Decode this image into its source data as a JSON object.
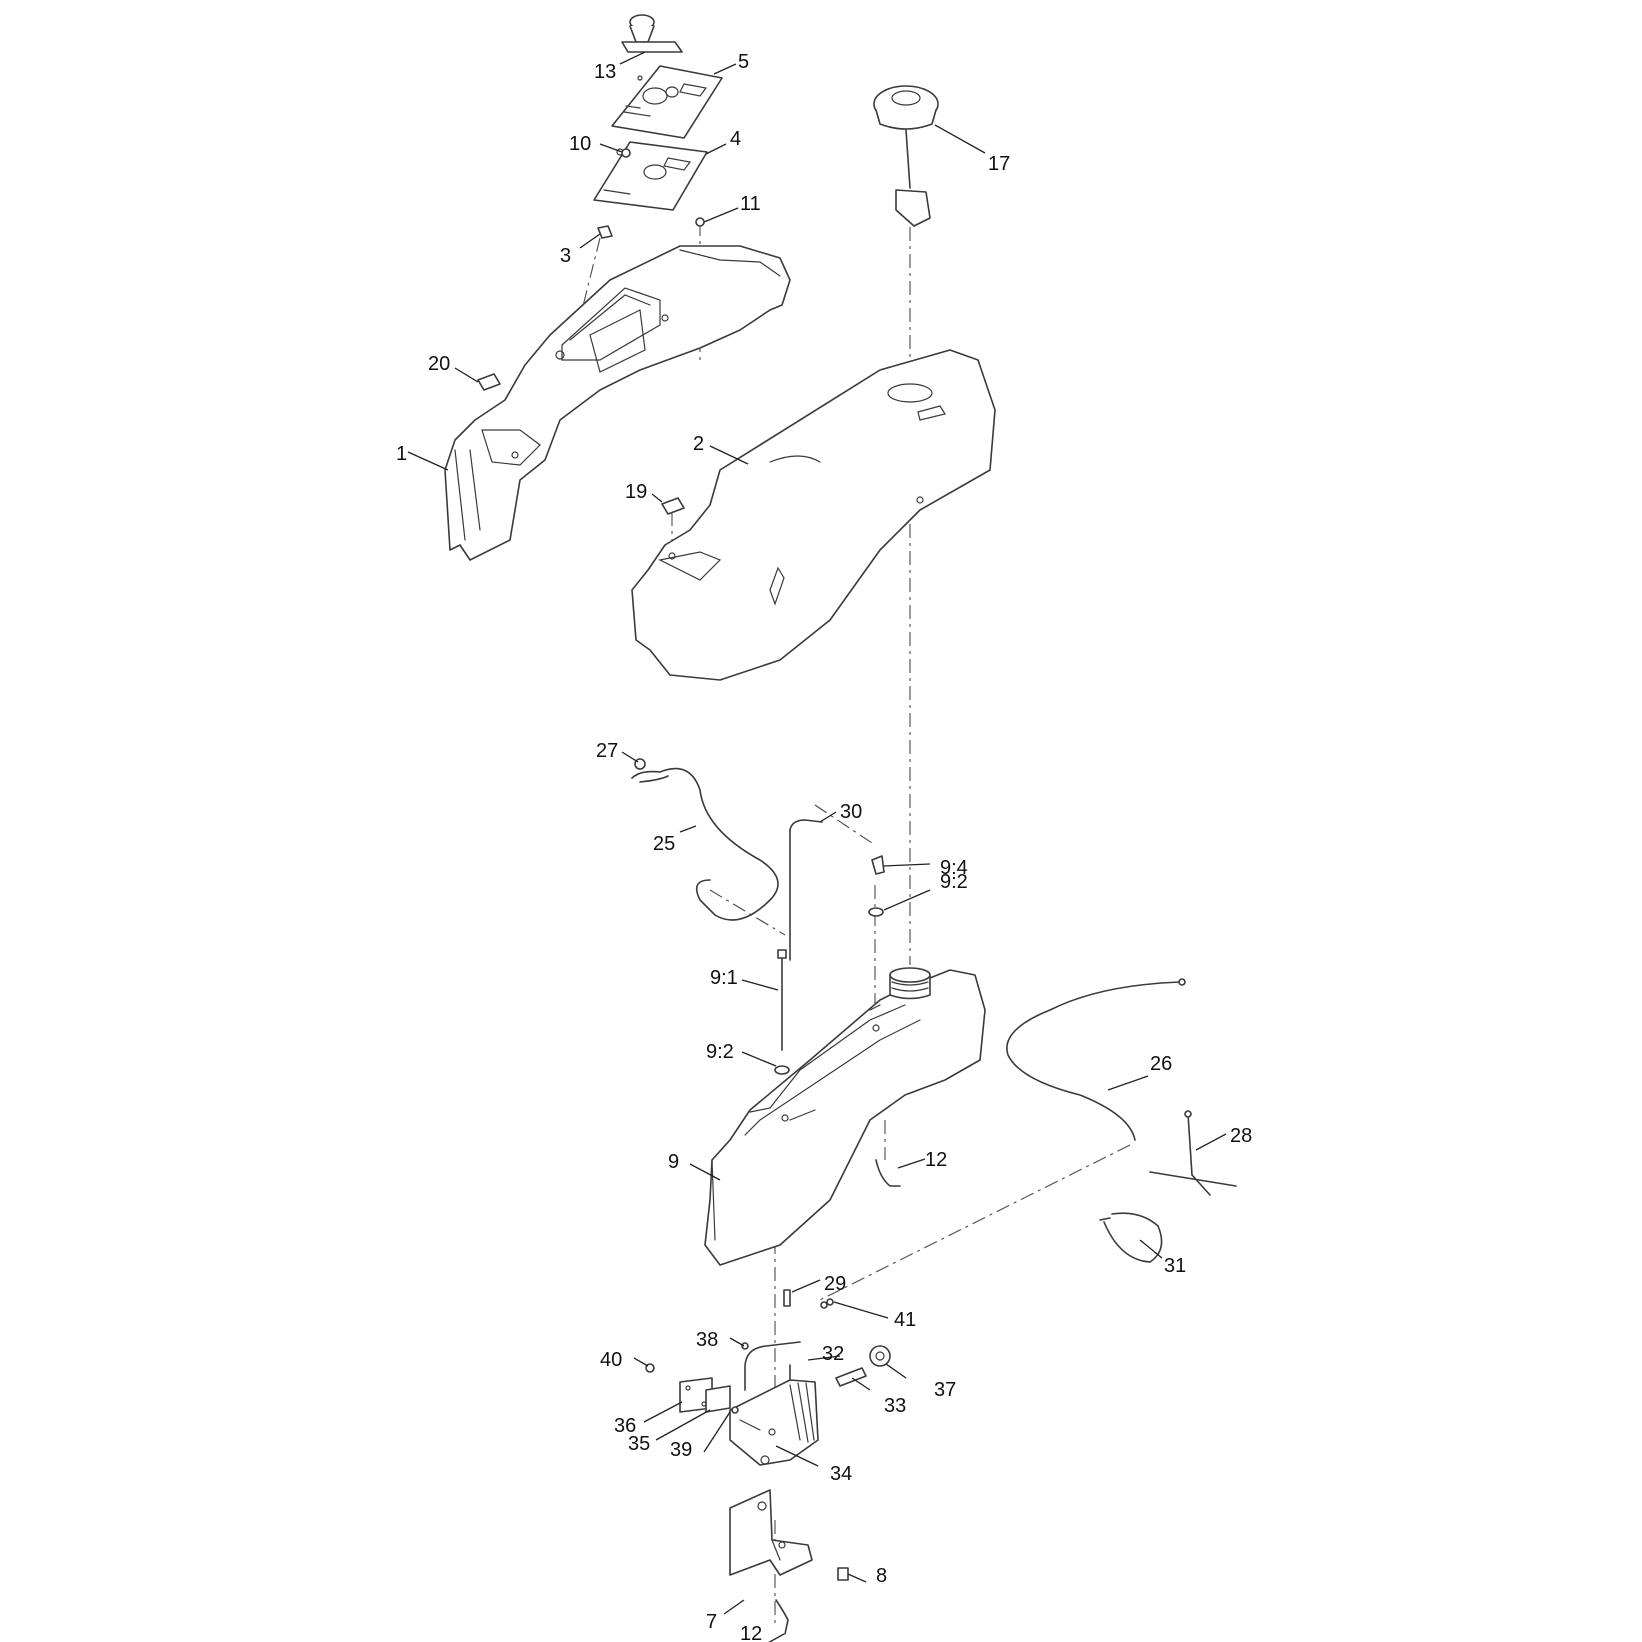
{
  "callouts": [
    {
      "id": "c13",
      "text": "13"
    },
    {
      "id": "c5",
      "text": "5"
    },
    {
      "id": "c10",
      "text": "10"
    },
    {
      "id": "c4",
      "text": "4"
    },
    {
      "id": "c11",
      "text": "11"
    },
    {
      "id": "c3",
      "text": "3"
    },
    {
      "id": "c17",
      "text": "17"
    },
    {
      "id": "c20",
      "text": "20"
    },
    {
      "id": "c1",
      "text": "1"
    },
    {
      "id": "c2",
      "text": "2"
    },
    {
      "id": "c19",
      "text": "19"
    },
    {
      "id": "c27",
      "text": "27"
    },
    {
      "id": "c30",
      "text": "30"
    },
    {
      "id": "c25",
      "text": "25"
    },
    {
      "id": "c94",
      "text": "9:4"
    },
    {
      "id": "c92a",
      "text": "9:2"
    },
    {
      "id": "c91",
      "text": "9:1"
    },
    {
      "id": "c92b",
      "text": "9:2"
    },
    {
      "id": "c26",
      "text": "26"
    },
    {
      "id": "c28",
      "text": "28"
    },
    {
      "id": "c12a",
      "text": "12"
    },
    {
      "id": "c9",
      "text": "9"
    },
    {
      "id": "c31",
      "text": "31"
    },
    {
      "id": "c29",
      "text": "29"
    },
    {
      "id": "c41",
      "text": "41"
    },
    {
      "id": "c38",
      "text": "38"
    },
    {
      "id": "c40",
      "text": "40"
    },
    {
      "id": "c32",
      "text": "32"
    },
    {
      "id": "c37",
      "text": "37"
    },
    {
      "id": "c33",
      "text": "33"
    },
    {
      "id": "c36",
      "text": "36"
    },
    {
      "id": "c35",
      "text": "35"
    },
    {
      "id": "c39",
      "text": "39"
    },
    {
      "id": "c34",
      "text": "34"
    },
    {
      "id": "c8",
      "text": "8"
    },
    {
      "id": "c7",
      "text": "7"
    },
    {
      "id": "c12b",
      "text": "12"
    }
  ]
}
